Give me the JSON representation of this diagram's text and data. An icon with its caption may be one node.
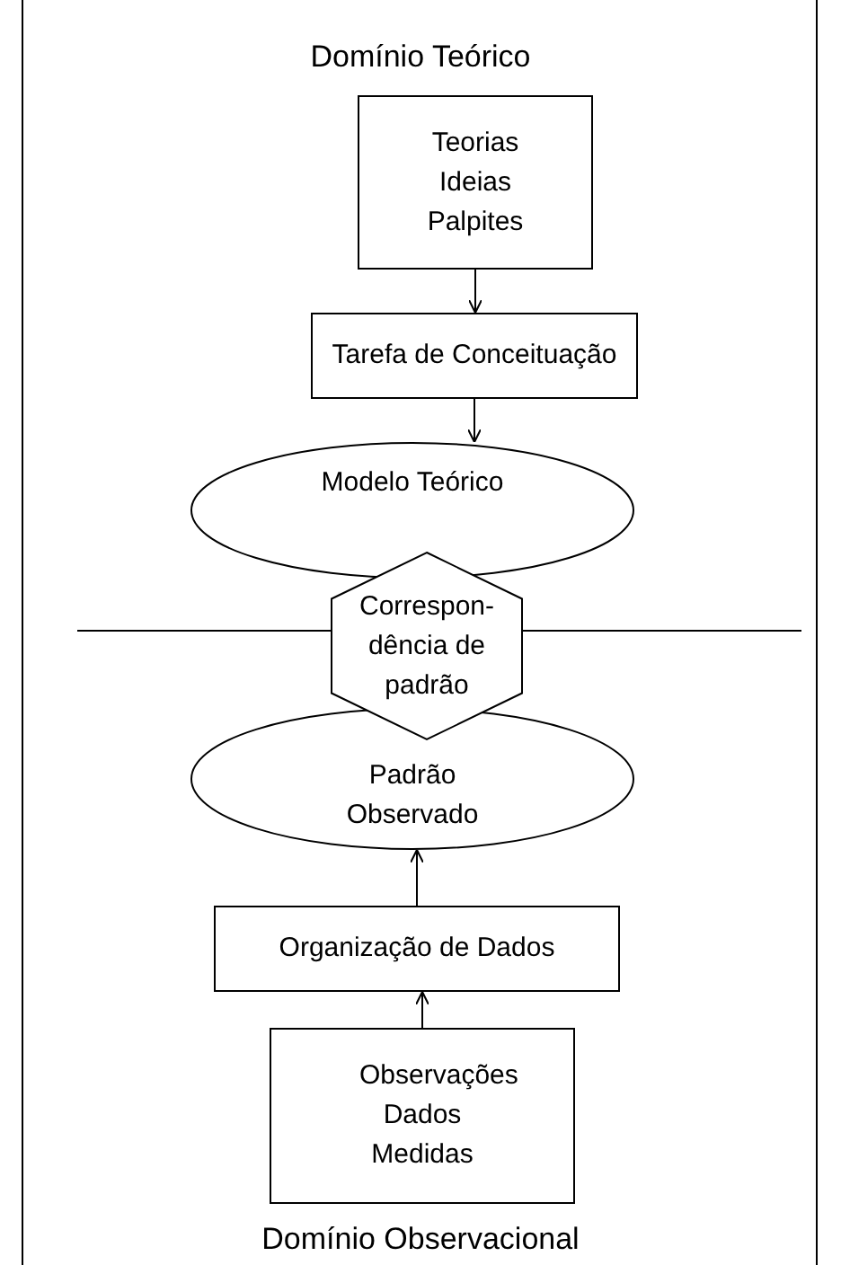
{
  "diagram": {
    "title": "Domínio Teórico",
    "nodes": [
      {
        "text": [
          "Teorias Ideias Palpites"
        ]
      },
      {
        "text": [
          "Tarefa de Conceituação"
        ]
      },
      {
        "text": [
          "Modelo Teórico"
        ]
      },
      {
        "text": [
          "Correspon- dência de padrão"
        ]
      },
      {
        "text": [
          "Padrão Observado"
        ]
      },
      {
        "text": [
          "Organização de Dados"
        ]
      },
      {
        "text": [
          "Observações Dados Medidas"
        ]
      }
    ],
    "edges": [
      {
        "from": 0,
        "to": 1,
        "arrow": "to"
      },
      {
        "from": 1,
        "to": 2,
        "arrow": "to"
      },
      {
        "from": 6,
        "to": 5,
        "arrow": "to"
      },
      {
        "from": 5,
        "to": 4,
        "arrow": "to"
      }
    ],
    "labels": [
      "Domínio Observacional"
    ]
  }
}
